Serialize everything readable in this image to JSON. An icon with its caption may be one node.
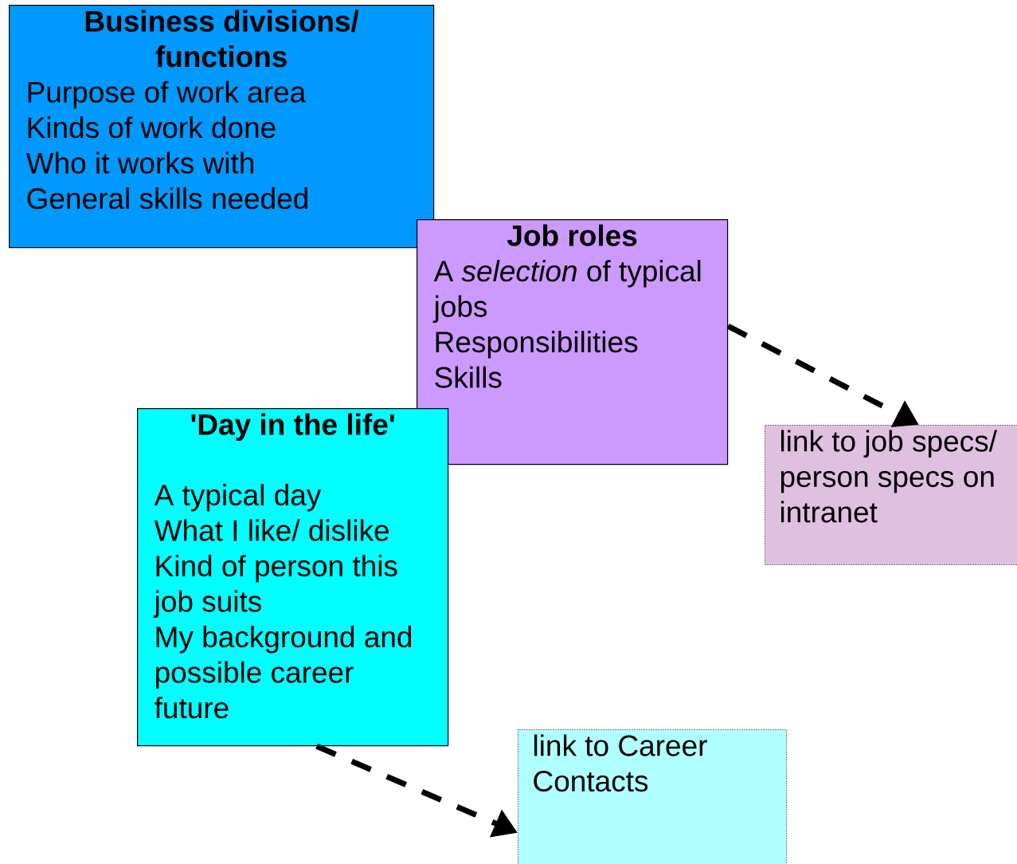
{
  "diagram": {
    "nodes": [
      {
        "text": [
          "Business divisions/ functions",
          "Purpose of work area",
          "Kinds of work done",
          "Who it works with",
          "General skills needed"
        ]
      },
      {
        "text": [
          "Job roles",
          "A *selection* of typical jobs",
          "Responsibilities",
          "Skills"
        ]
      },
      {
        "text": [
          "'Day in the life'",
          "A typical day",
          "What I like/ dislike",
          "Kind of person this job suits",
          "My background and possible career future"
        ]
      },
      {
        "text": [
          "link to job specs/ person specs on intranet"
        ]
      },
      {
        "text": [
          "link to Career Contacts"
        ]
      }
    ],
    "edges": [
      {
        "from": 1,
        "to": 3,
        "arrow": "to",
        "style": "dashed"
      },
      {
        "from": 2,
        "to": 4,
        "arrow": "to",
        "style": "dashed"
      }
    ]
  }
}
